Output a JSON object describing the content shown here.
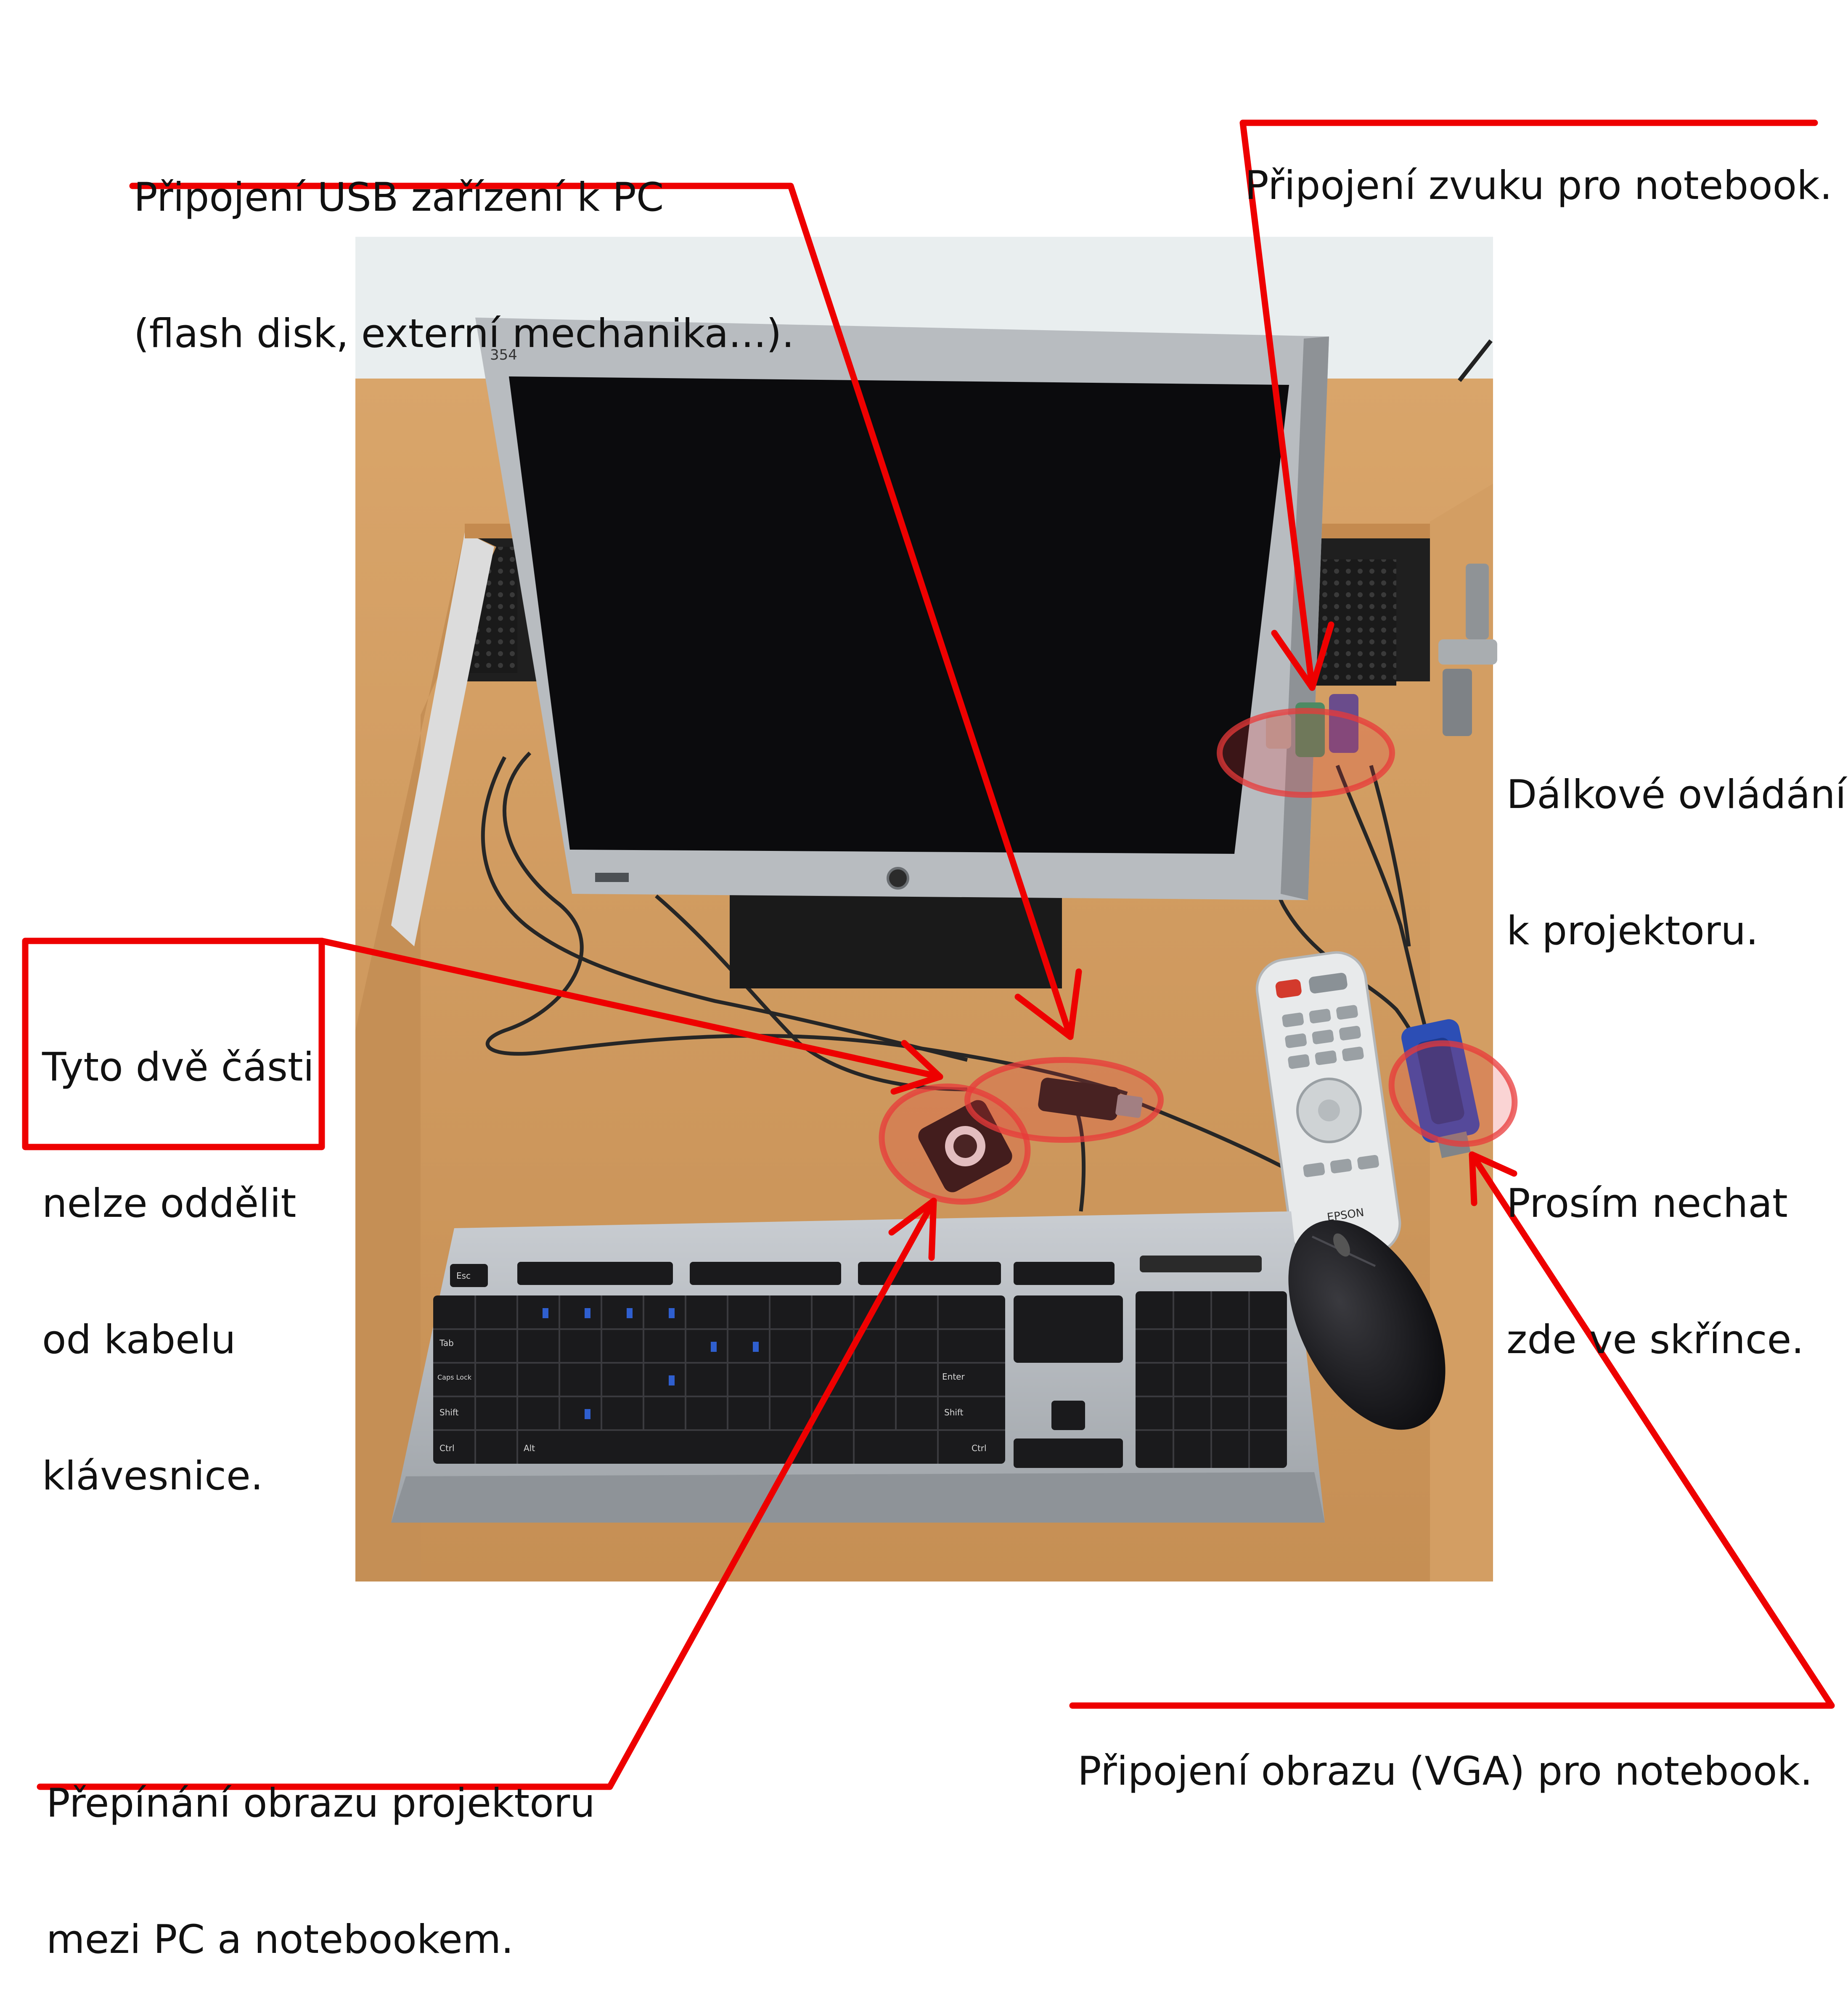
{
  "annotations": {
    "usb": {
      "line1": "Připojení USB zařízení k PC",
      "line2": "(flash disk, externí mechanika...)."
    },
    "sound": {
      "line1": "Připojení zvuku pro notebook."
    },
    "remote": {
      "line1": "Dálkové ovládání",
      "line2": "k projektoru.",
      "line3": "Prosím nechat",
      "line4": "zde ve skřínce."
    },
    "inseparable": {
      "line1": "Tyto dvě části",
      "line2": "nelze oddělit",
      "line3": "od kabelu",
      "line4": "klávesnice."
    },
    "vga": {
      "line1": "Připojení obrazu (VGA) pro notebook."
    },
    "switch": {
      "line1": "Přepínání obrazu projektoru",
      "line2": "mezi PC a notebookem."
    }
  },
  "photo": {
    "monitor_tag": "354",
    "remote_brand": "EPSON",
    "keyboard_keys": [
      "Esc",
      "Tab",
      "Caps Lock",
      "Shift",
      "Ctrl",
      "Alt",
      "Enter",
      "Shift",
      "Ctrl"
    ]
  },
  "colors": {
    "annotation": "#ee0000",
    "highlight": "#e83a3a",
    "desk": "#cf9a5e",
    "wall": "#e9eeef"
  }
}
